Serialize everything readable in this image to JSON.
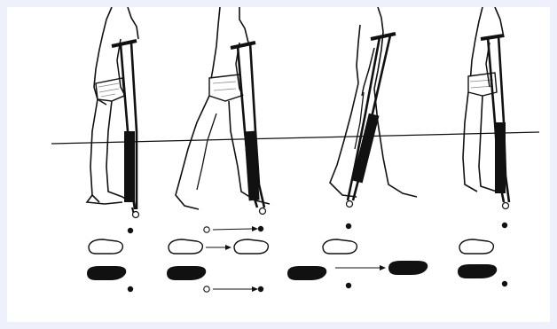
{
  "figure": {
    "background": "#ffffff",
    "border_color": "#eef0fb",
    "ink": "#111111"
  },
  "sequence": [
    {
      "step": 1,
      "figure": "stance-crutches-placed",
      "foot_left": "outline",
      "foot_right": "filled",
      "crutch_tips": "placed",
      "arrows": []
    },
    {
      "step": 2,
      "figure": "crutches-advance",
      "foot_left": "outline",
      "foot_right": "filled",
      "crutch_tips": "advancing",
      "arrows": [
        "crutch-tip-top",
        "outline-foot",
        "crutch-tip-bottom"
      ]
    },
    {
      "step": 3,
      "figure": "swing-through",
      "foot_left": "outline",
      "foot_right": "filled",
      "crutch_tips": "placed",
      "arrows": [
        "filled-foot"
      ]
    },
    {
      "step": 4,
      "figure": "stance-feet-together",
      "foot_left": "outline",
      "foot_right": "filled",
      "crutch_tips": "placed",
      "arrows": []
    }
  ]
}
